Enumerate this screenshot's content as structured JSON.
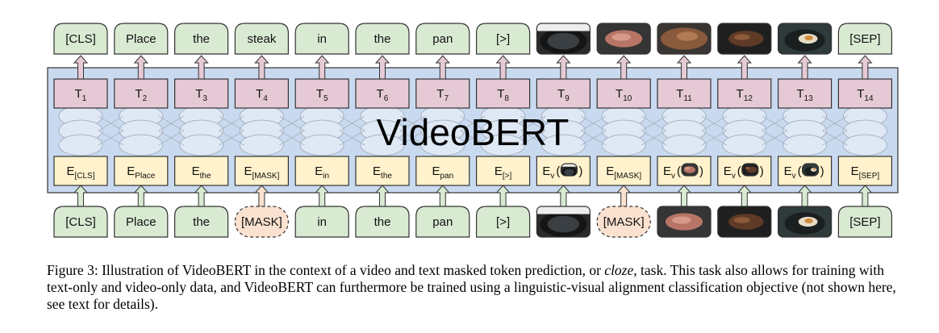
{
  "diagram": {
    "title": "VideoBERT",
    "output_tokens": [
      {
        "kind": "text",
        "label": "[CLS]"
      },
      {
        "kind": "text",
        "label": "Place"
      },
      {
        "kind": "text",
        "label": "the"
      },
      {
        "kind": "text",
        "label": "steak"
      },
      {
        "kind": "text",
        "label": "in"
      },
      {
        "kind": "text",
        "label": "the"
      },
      {
        "kind": "text",
        "label": "pan"
      },
      {
        "kind": "text",
        "label": "[>]"
      },
      {
        "kind": "image",
        "scene": "pan"
      },
      {
        "kind": "image",
        "scene": "raw-steak"
      },
      {
        "kind": "image",
        "scene": "seared-steak"
      },
      {
        "kind": "image",
        "scene": "dark-steak"
      },
      {
        "kind": "image",
        "scene": "pan-egg"
      },
      {
        "kind": "text",
        "label": "[SEP]"
      }
    ],
    "hidden_states": [
      {
        "main": "T",
        "sub": "1"
      },
      {
        "main": "T",
        "sub": "2"
      },
      {
        "main": "T",
        "sub": "3"
      },
      {
        "main": "T",
        "sub": "4"
      },
      {
        "main": "T",
        "sub": "5"
      },
      {
        "main": "T",
        "sub": "6"
      },
      {
        "main": "T",
        "sub": "7"
      },
      {
        "main": "T",
        "sub": "8"
      },
      {
        "main": "T",
        "sub": "9"
      },
      {
        "main": "T",
        "sub": "10"
      },
      {
        "main": "T",
        "sub": "11"
      },
      {
        "main": "T",
        "sub": "12"
      },
      {
        "main": "T",
        "sub": "13"
      },
      {
        "main": "T",
        "sub": "14"
      }
    ],
    "embeddings": [
      {
        "main": "E",
        "sub": "[CLS]"
      },
      {
        "main": "E",
        "sub": "Place"
      },
      {
        "main": "E",
        "sub": "the"
      },
      {
        "main": "E",
        "sub": "[MASK]"
      },
      {
        "main": "E",
        "sub": "in"
      },
      {
        "main": "E",
        "sub": "the"
      },
      {
        "main": "E",
        "sub": "pan"
      },
      {
        "main": "E",
        "sub": "[>]"
      },
      {
        "main": "E",
        "sub": "v",
        "thumb": "pan"
      },
      {
        "main": "E",
        "sub": "[MASK]"
      },
      {
        "main": "E",
        "sub": "v",
        "thumb": "raw-steak"
      },
      {
        "main": "E",
        "sub": "v",
        "thumb": "dark-steak"
      },
      {
        "main": "E",
        "sub": "v",
        "thumb": "pan-egg"
      },
      {
        "main": "E",
        "sub": "[SEP]"
      }
    ],
    "input_tokens": [
      {
        "kind": "text",
        "label": "[CLS]"
      },
      {
        "kind": "text",
        "label": "Place"
      },
      {
        "kind": "text",
        "label": "the"
      },
      {
        "kind": "mask",
        "label": "[MASK]"
      },
      {
        "kind": "text",
        "label": "in"
      },
      {
        "kind": "text",
        "label": "the"
      },
      {
        "kind": "text",
        "label": "pan"
      },
      {
        "kind": "text",
        "label": "[>]"
      },
      {
        "kind": "image",
        "scene": "pan"
      },
      {
        "kind": "mask",
        "label": "[MASK]"
      },
      {
        "kind": "image",
        "scene": "raw-steak"
      },
      {
        "kind": "image",
        "scene": "dark-steak"
      },
      {
        "kind": "image",
        "scene": "pan-egg"
      },
      {
        "kind": "text",
        "label": "[SEP]"
      }
    ],
    "colors": {
      "text_token_fill": "#d9ead3",
      "mask_token_fill": "#fbe1cf",
      "hidden_fill": "#e5cad5",
      "embed_fill": "#fff2cc",
      "transformer_bg": "#c9daf0",
      "input_arrow_fill": "#d9ead3",
      "mask_arrow_fill": "#fbe1cf",
      "output_arrow_fill": "#e5cad5"
    }
  },
  "caption": {
    "label": "Figure 3:",
    "text_before_cloze": "Illustration of VideoBERT in the context of a video and text masked token prediction, or",
    "cloze": "cloze",
    "text_after_cloze": ", task. This task also allows for training with text-only and video-only data, and VideoBERT can furthermore be trained using a linguistic-visual alignment classification objective (not shown here, see text for details)."
  }
}
